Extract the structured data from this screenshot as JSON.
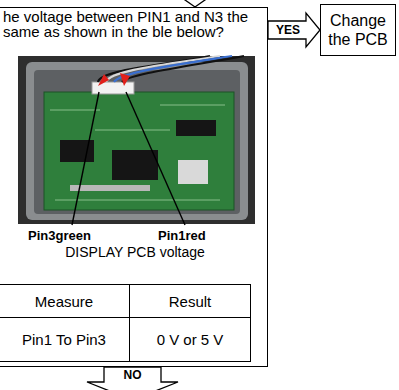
{
  "diagram": {
    "nodes": [
      {
        "text": [
          "he voltage between PIN1 and N3 the same as shown in the ble below?"
        ]
      },
      {
        "text": [
          "Change the PCB"
        ]
      }
    ],
    "edges": [
      {
        "from": 0,
        "to": 1,
        "arrow": "to",
        "label": "YES"
      }
    ],
    "labels": [
      "Pin3green",
      "Pin1red",
      "DISPLAY PCB voltage",
      "Measure",
      "Result",
      "Pin1 To Pin3",
      "0 V or 5 V",
      "NO"
    ]
  }
}
